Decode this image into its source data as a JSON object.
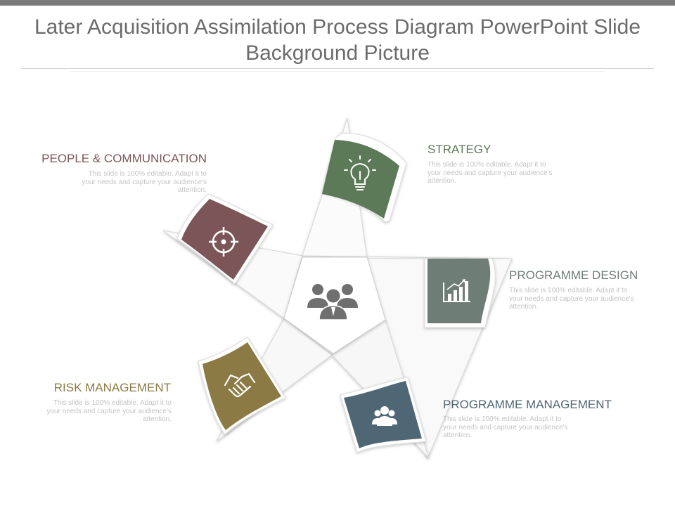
{
  "title": "Later Acquisition Assimilation Process Diagram PowerPoint Slide Background Picture",
  "center": {
    "icon": "people-group-icon"
  },
  "segments": [
    {
      "key": "strategy",
      "label": "STRATEGY",
      "desc": "This slide is 100% editable. Adapt it to your needs and capture your audience's attention.",
      "color": "#5d7a58",
      "label_color": "#5d7a58",
      "icon": "lightbulb-icon"
    },
    {
      "key": "programme-design",
      "label": "PROGRAMME DESIGN",
      "desc": "This slide is 100% editable. Adapt it to your needs and capture your audience's attention.",
      "color": "#6e7d76",
      "label_color": "#6e7d76",
      "icon": "bar-chart-icon"
    },
    {
      "key": "programme-management",
      "label": "PROGRAMME MANAGEMENT",
      "desc": "This slide is 100% editable. Adapt it to your needs and capture your audience's attention.",
      "color": "#4f6674",
      "label_color": "#4f6674",
      "icon": "team-icon"
    },
    {
      "key": "risk-management",
      "label": "RISK MANAGEMENT",
      "desc": "This slide is 100% editable. Adapt it to your needs and capture your audience's attention.",
      "color": "#8c7a45",
      "label_color": "#8c7a45",
      "icon": "handshake-icon"
    },
    {
      "key": "people-communication",
      "label": "PEOPLE & COMMUNICATION",
      "desc": "This slide is 100% editable. Adapt it to your needs and capture your audience's attention.",
      "color": "#7b5557",
      "label_color": "#7b5557",
      "icon": "target-icon"
    }
  ]
}
